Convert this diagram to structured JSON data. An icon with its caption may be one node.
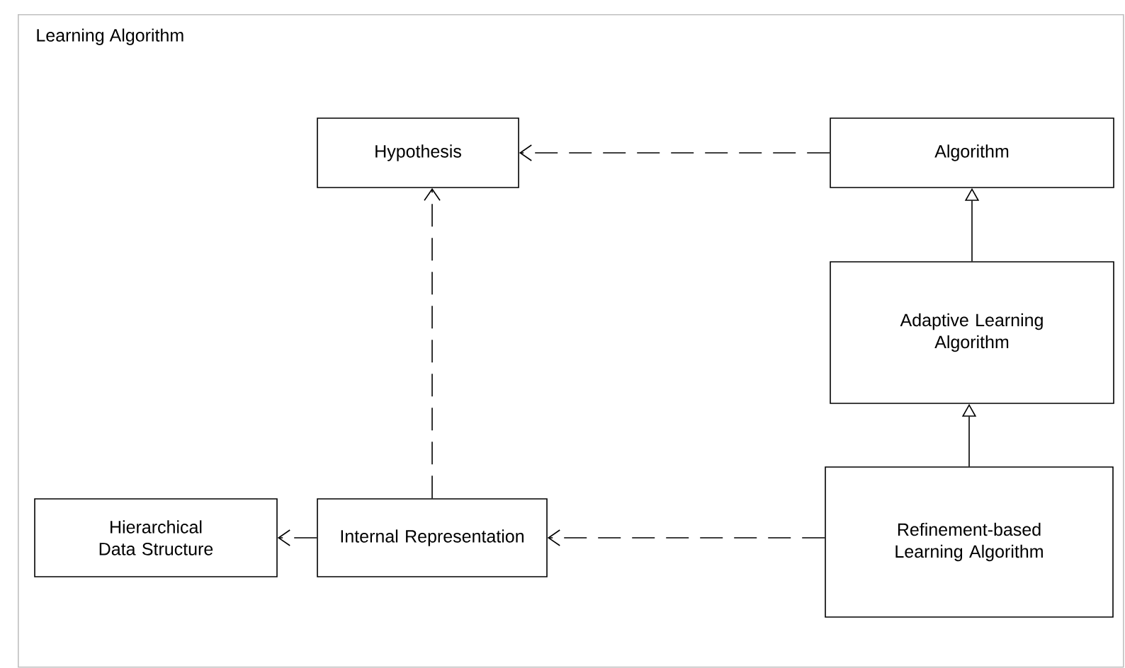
{
  "diagram": {
    "nodes": [
      {
        "text": [
          "Learning Algorithm"
        ]
      },
      {
        "text": [
          "Hypothesis"
        ],
        "in": 0
      },
      {
        "text": [
          "Algorithm"
        ],
        "in": 0
      },
      {
        "text": [
          "Adaptive Learning Algorithm"
        ],
        "in": 0
      },
      {
        "text": [
          "Hierarchical Data Structure"
        ],
        "in": 0
      },
      {
        "text": [
          "Internal Representation"
        ],
        "in": 0
      },
      {
        "text": [
          "Refinement-based Learning Algorithm"
        ],
        "in": 0
      }
    ],
    "edges": [
      {
        "from": 2,
        "to": 1,
        "arrow": "to",
        "style": "dashed"
      },
      {
        "from": 3,
        "to": 2,
        "arrow": "to"
      },
      {
        "from": 5,
        "to": 1,
        "arrow": "to",
        "style": "dashed"
      },
      {
        "from": 6,
        "to": 3,
        "arrow": "to"
      },
      {
        "from": 5,
        "to": 4,
        "arrow": "to",
        "style": "dashed"
      },
      {
        "from": 6,
        "to": 5,
        "arrow": "to",
        "style": "dashed"
      }
    ]
  }
}
